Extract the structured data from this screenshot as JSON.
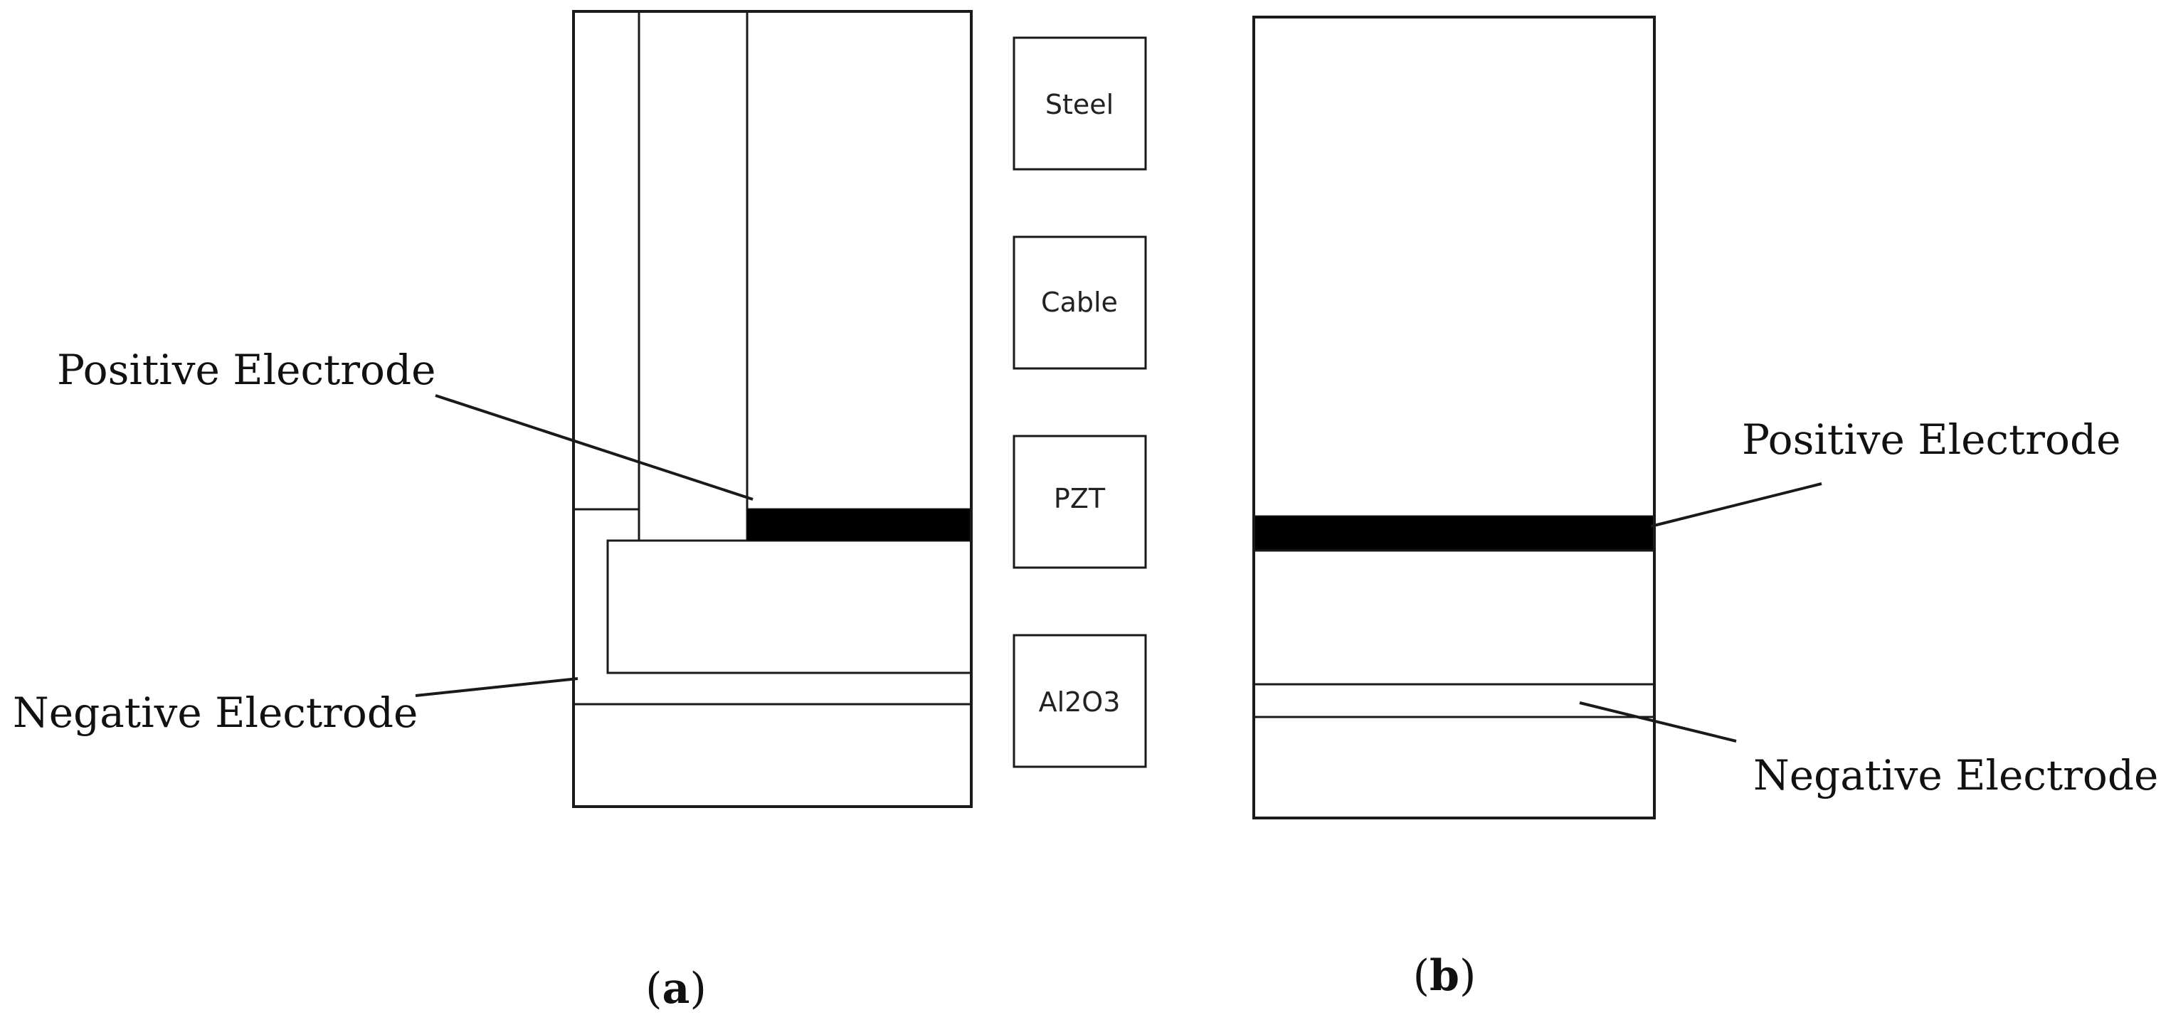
{
  "figure": {
    "panel_a": {
      "caption": "a",
      "positive_label": "Positive Electrode",
      "negative_label": "Negative Electrode"
    },
    "panel_b": {
      "caption": "b",
      "positive_label": "Positive Electrode",
      "negative_label": "Negative Electrode"
    },
    "legend": [
      {
        "label": "Steel",
        "pattern": "steel"
      },
      {
        "label": "Cable",
        "pattern": "cable"
      },
      {
        "label": "PZT",
        "pattern": "pzt"
      },
      {
        "label": "Al2O3",
        "pattern": "alumina"
      }
    ]
  },
  "colors": {
    "line": "#1a1a1a",
    "electrode": "#000000",
    "background": "#ffffff"
  }
}
